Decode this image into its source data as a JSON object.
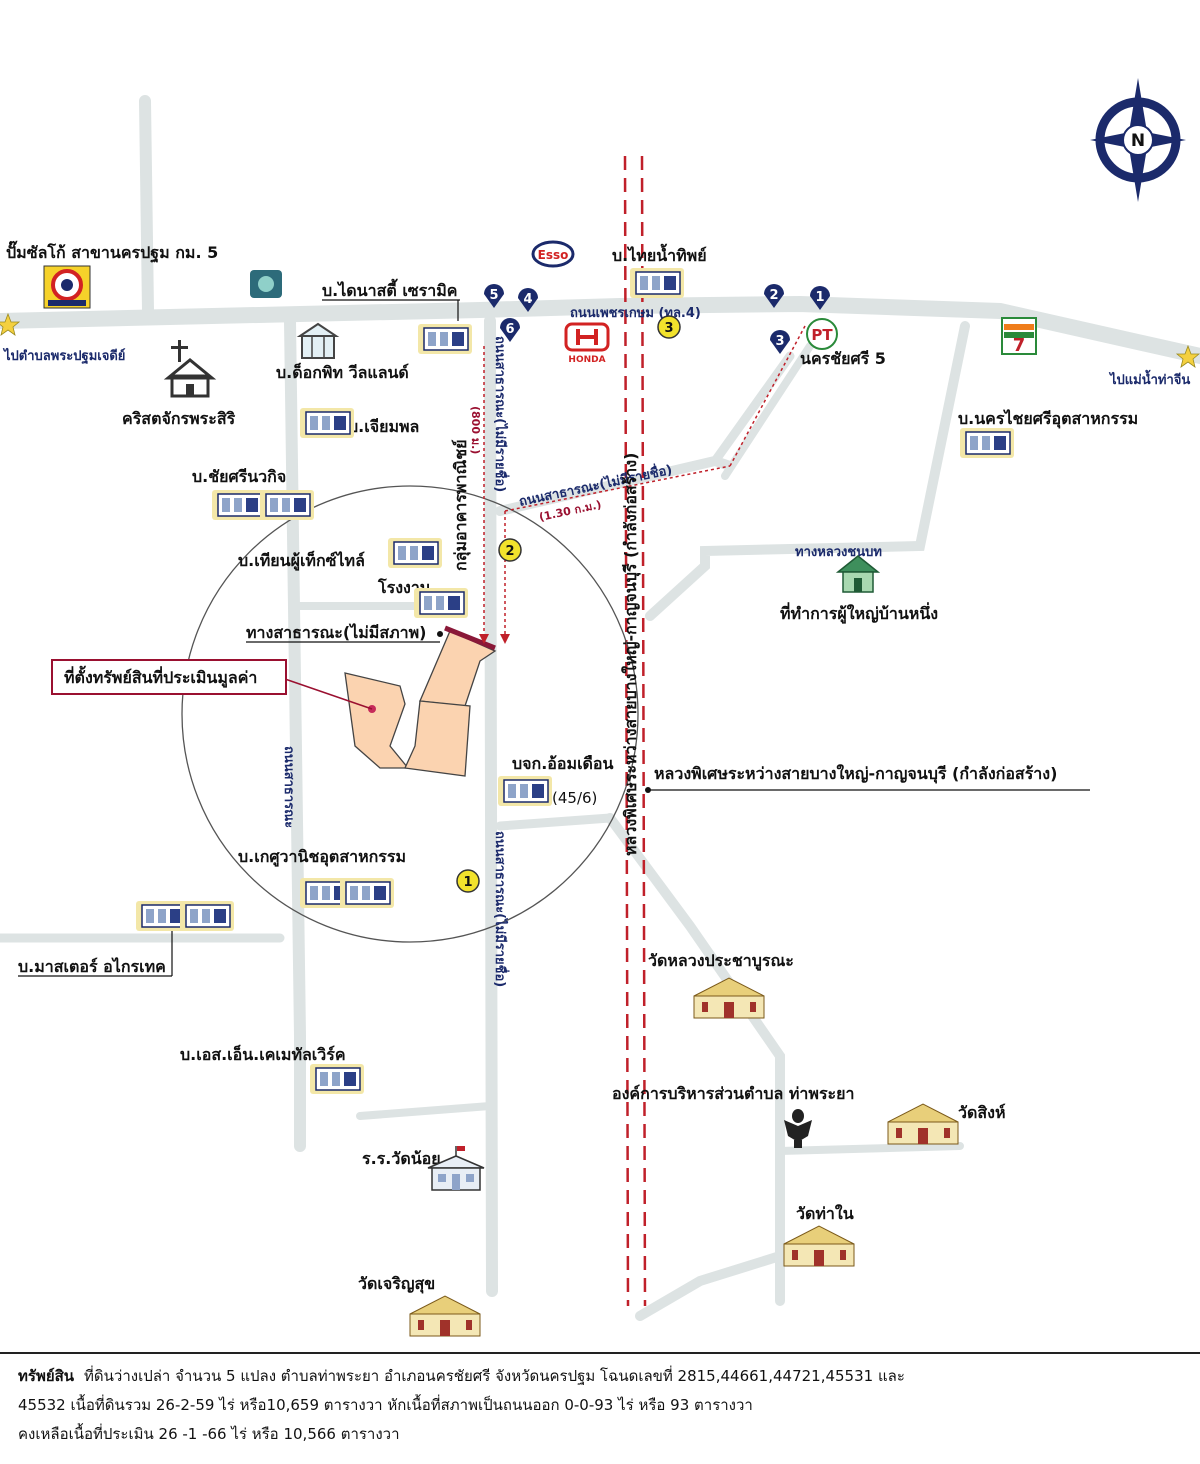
{
  "compass": {
    "letter": "N"
  },
  "labels": {
    "petrol_station": "ปั๊มซัลโก้ สาขานครปฐม กม. 5",
    "to_pathom": "ไปตำบลพระปฐมเจดีย์",
    "to_thachin": "ไปแม่น้ำท่าจีน",
    "church": "คริสตจักรพระสิริ",
    "dynasty": "บ.ไดนาสตี้ เซรามิค",
    "thai_nampip": "บ.ไทยน้ำทิพย์",
    "phetkasem_road": "ถนนเพชรเกษม (ทล.4)",
    "nakhon_chai_si_5": "นครชัยศรี 5",
    "dockpit": "บ.ด็อกพิท วีลแลนด์",
    "chiamphon": "บ.เจียมพล",
    "nakhon_chai_si_industry": "บ.นครไชยศรีอุตสาหกรรม",
    "chaisri_nawakit": "บ.ชัยศรีนวกิจ",
    "public_road_1_30": "ถนนสาธารณะ(ไม่มีรายชื่อ)",
    "distance_1_30": "(1.30 ก.ม.)",
    "distance_800": "(800 ม.)",
    "public_road_vertical": "ถนนสาธารณะ(ไม่มีรายชื่อ)",
    "group_industrial": "กลุ่มอาคารพาณิชย์",
    "village_road": "ทางหลวงชนบท",
    "village_head_office": "ที่ทำการผู้ใหญ่บ้านหนึ่ง",
    "thian_textile": "บ.เทียนผู้เท็กซ์ไทล์",
    "factory": "โรงงาน",
    "public_way": "ทางสาธารณะ(ไม่มีสภาพ)",
    "subject_property": "ที่ตั้งทรัพย์สินที่ประเมินมูลค่า",
    "om_duean": "บจก.อ้อมเดือน",
    "om_duean_no": "(45/6)",
    "motorway_label": "หลวงพิเศษระหว่างสายบางใหญ่-กาญจนบุรี (กำลังก่อสร้าง)",
    "motorway_vertical": "หลวงพิเศษระหว่างสายบางใหญ่-กาญจนบุรี (กำลังก่อสร้าง)",
    "soi_left": "ถนนสาธารณะ",
    "kasuwanich": "บ.เกศูวานิชอุตสาหกรรม",
    "master_agro": "บ.มาสเตอร์ อไกรเทค",
    "wat_luang": "วัดหลวงประชาบูรณะ",
    "sn_metal": "บ.เอส.เอ็น.เคเมทัลเวิร์ค",
    "tambon_office": "องค์การบริหารส่วนตำบล ท่าพระยา",
    "wat_sing": "วัดสิงห์",
    "school": "ร.ร.วัดน้อย",
    "wat_tha_nai": "วัดท่าใน",
    "wat_charoen": "วัดเจริญสุข"
  },
  "markers": {
    "yellow": [
      "1",
      "2",
      "3"
    ],
    "blue": [
      "1",
      "2",
      "3",
      "4",
      "5",
      "6"
    ]
  },
  "logos": {
    "esso": "Esso",
    "honda": "HONDA",
    "pt": "PT",
    "seven": "7"
  },
  "colors": {
    "road": "#dde3e3",
    "road_edge": "#b9c2c4",
    "parcel": "#fbd3b0",
    "motorway": "#c0202a",
    "accent_blue": "#1b2a6b",
    "marker_yellow": "#f2e22c",
    "callout_border": "#9a1030"
  },
  "footer": {
    "line1_label": "ทรัพย์สิน",
    "line1": "ที่ดินว่างเปล่า จำนวน 5 แปลง ตำบลท่าพระยา อำเภอนครชัยศรี จังหวัดนครปฐม โฉนดเลขที่ 2815,44661,44721,45531 และ",
    "line2": "45532 เนื้อที่ดินรวม 26-2-59 ไร่ หรือ10,659 ตารางวา หักเนื้อที่สภาพเป็นถนนออก 0-0-93 ไร่ หรือ 93 ตารางวา",
    "line3": "คงเหลือเนื้อที่ประเมิน 26 -1 -66 ไร่ หรือ 10,566 ตารางวา"
  }
}
